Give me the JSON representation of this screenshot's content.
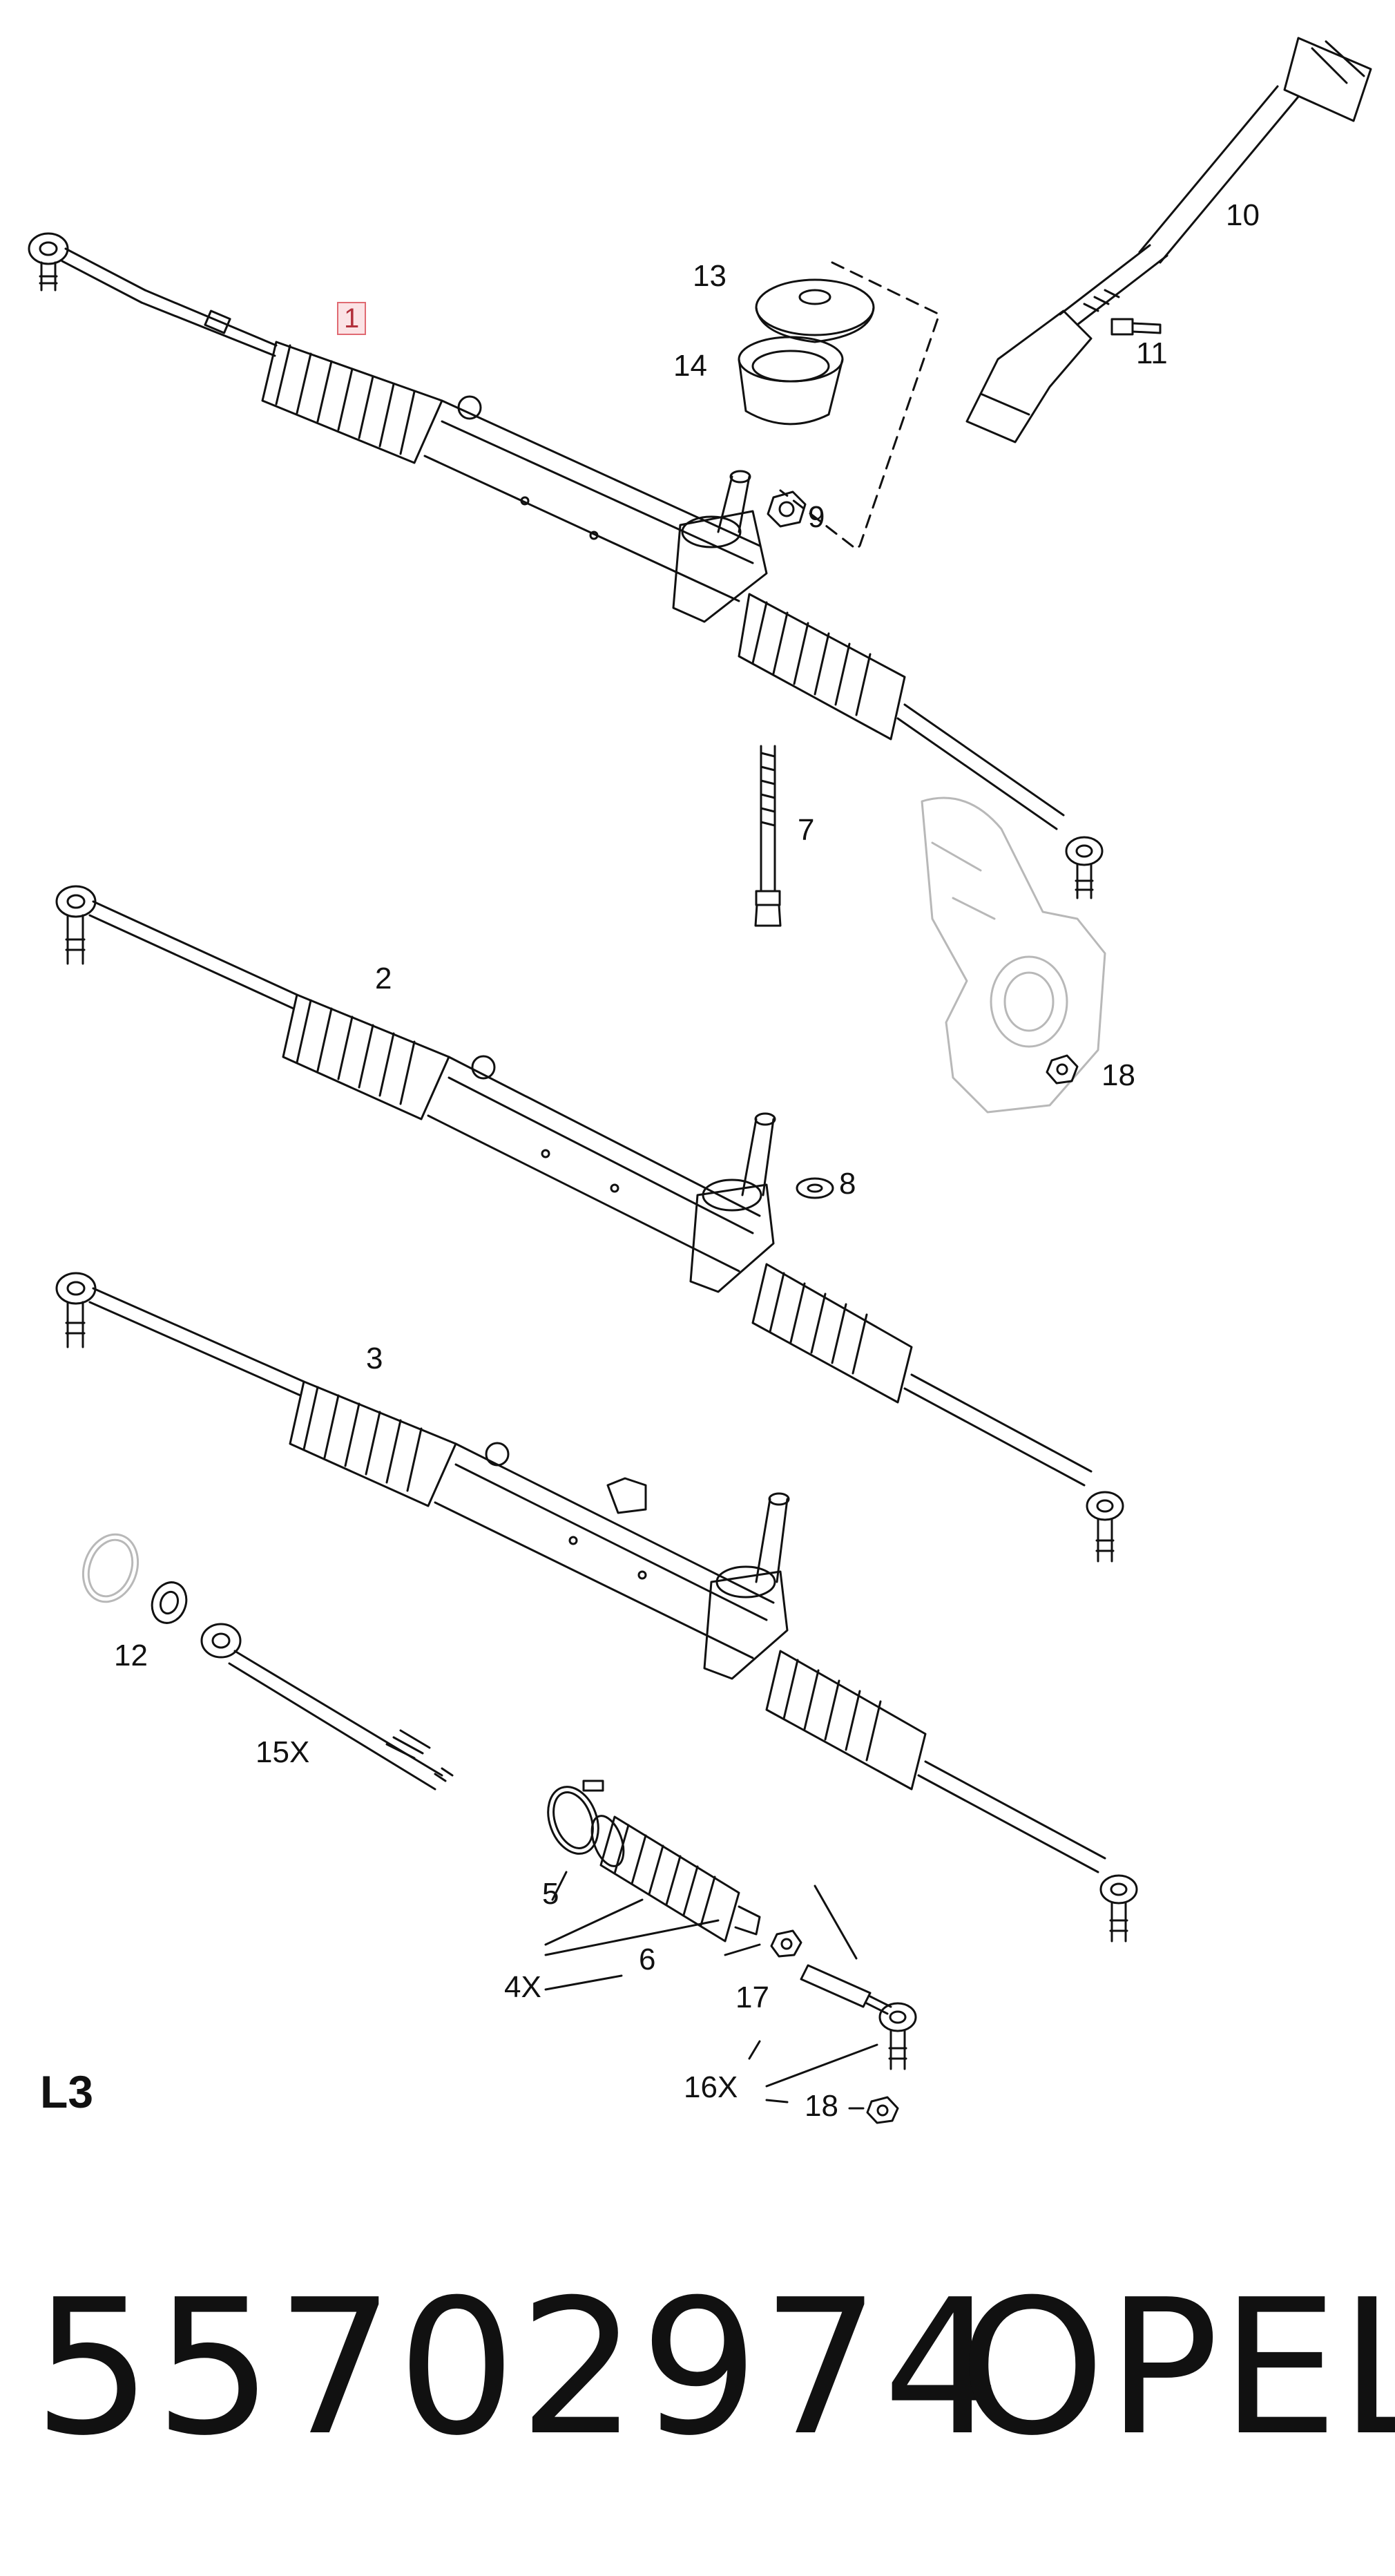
{
  "callouts": {
    "c1": "1",
    "c2": "2",
    "c3": "3",
    "c4x": "4X",
    "c5": "5",
    "c6": "6",
    "c7": "7",
    "c8": "8",
    "c9": "9",
    "c10": "10",
    "c11": "11",
    "c12": "12",
    "c13": "13",
    "c14": "14",
    "c15x": "15X",
    "c16x": "16X",
    "c17": "17",
    "c18a": "18",
    "c18b": "18"
  },
  "section_code": "L3",
  "part_number": "55702974",
  "brand": "OPEL",
  "colors": {
    "line": "#111111",
    "highlight_border": "#e06a72",
    "highlight_fill": "#fbe3e5",
    "ghost": "#b8b8b8"
  }
}
